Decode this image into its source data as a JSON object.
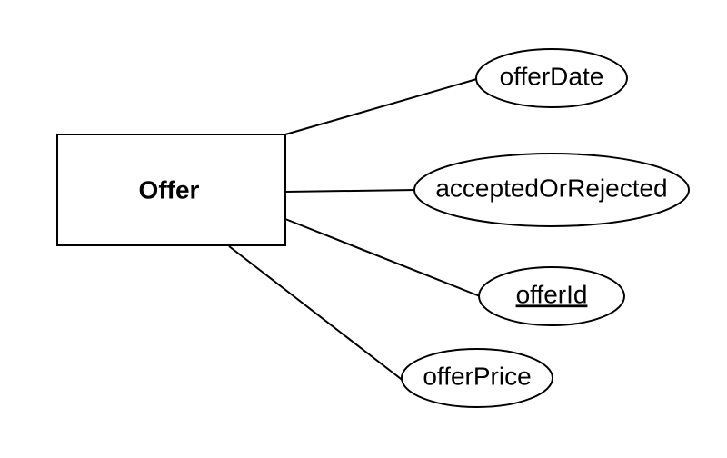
{
  "diagram": {
    "entity": {
      "label": "Offer"
    },
    "attributes": [
      {
        "id": "offerDate",
        "label": "offerDate",
        "primary_key": false
      },
      {
        "id": "acceptedOrRejected",
        "label": "acceptedOrRejected",
        "primary_key": false
      },
      {
        "id": "offerId",
        "label": "offerId",
        "primary_key": true
      },
      {
        "id": "offerPrice",
        "label": "offerPrice",
        "primary_key": false
      }
    ],
    "colors": {
      "stroke": "#000000",
      "fill": "#ffffff",
      "text": "#000000"
    }
  }
}
